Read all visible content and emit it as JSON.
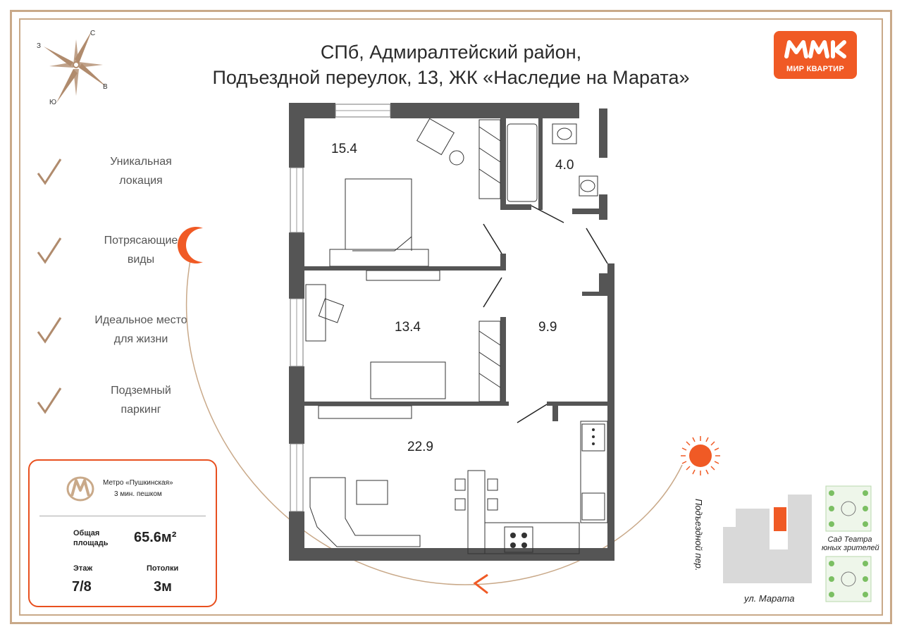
{
  "header": {
    "title_line1": "СПб, Адмиралтейский район,",
    "title_line2": "Подъездной переулок, 13, ЖК «Наследие на Марата»"
  },
  "logo": {
    "label": "МИР КВАРТИР",
    "color": "#f05a25"
  },
  "compass": {
    "north": "С",
    "east": "В",
    "south": "Ю",
    "west": "З"
  },
  "features": [
    {
      "line1": "Уникальная",
      "line2": "локация"
    },
    {
      "line1": "Потрясающие",
      "line2": "виды"
    },
    {
      "line1": "Идеальное место",
      "line2": "для жизни"
    },
    {
      "line1": "Подземный",
      "line2": "паркинг"
    }
  ],
  "info_card": {
    "metro_name": "Метро «Пушкинская»",
    "metro_walk": "3 мин. пешком",
    "total_area_label_1": "Общая",
    "total_area_label_2": "площадь",
    "total_area_value": "65.6м²",
    "floor_label": "Этаж",
    "floor_value": "7/8",
    "ceiling_label": "Потолки",
    "ceiling_value": "3м"
  },
  "rooms": {
    "bedroom_area": "15.4",
    "bathroom_area": "4.0",
    "room2_area": "13.4",
    "hall_area": "9.9",
    "kitchen_living_area": "22.9"
  },
  "site_map": {
    "street_side": "Подъездной пер.",
    "street_bottom": "ул. Марата",
    "garden_line1": "Сад Театра",
    "garden_line2": "юных зрителей"
  },
  "colors": {
    "accent": "#f05a25",
    "frame": "#c9a989",
    "wall": "#555555",
    "compass": "#b08b6d"
  }
}
